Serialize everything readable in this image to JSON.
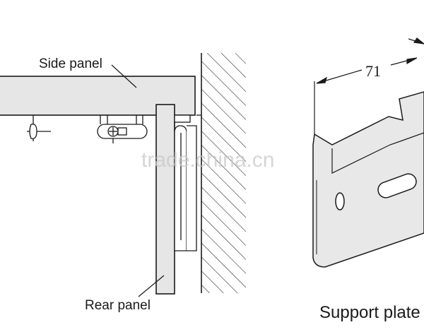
{
  "labels": {
    "side_panel": "Side panel",
    "rear_panel": "Rear panel",
    "support_plate": "Support plate"
  },
  "dimensions": {
    "width": "71"
  },
  "watermark": "trade.china.cn",
  "colors": {
    "panel_fill": "#e6e6e6",
    "stroke": "#1a1a1a",
    "plate_fill": "#e8e8e8",
    "watermark": "#c9c9c9"
  }
}
